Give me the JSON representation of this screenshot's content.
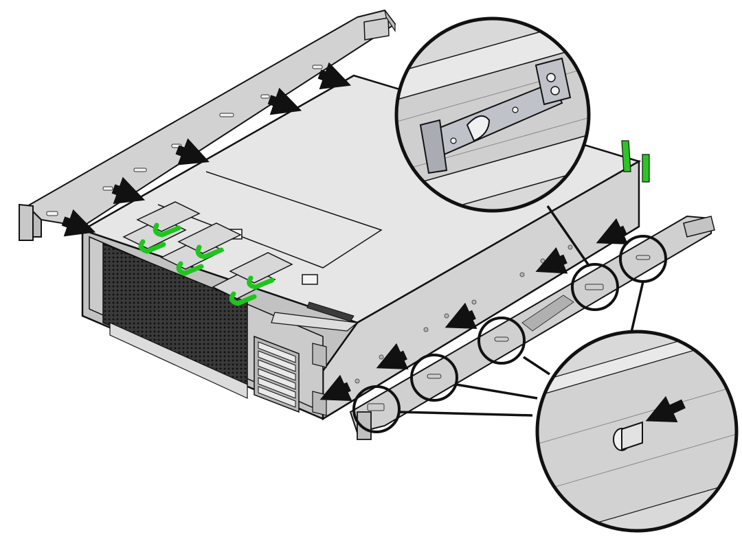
{
  "figure": {
    "colors": {
      "background": "#ffffff",
      "outline": "#111111",
      "chassis_top": "#e6e6e6",
      "chassis_side": "#cfcfcf",
      "chassis_front": "#bdbdbd",
      "grille": "#2b2b2b",
      "rail": "#c9c9c9",
      "handle_accent": "#22c21e",
      "arrow": "#111111",
      "callout_fill": "#d8d8d8"
    },
    "rail_arrows": 5,
    "chassis_arrows": 5,
    "callouts": [
      "rail-lock-detail",
      "mounting-pin-detail"
    ],
    "icons": [
      "arrow-icon",
      "mounting-pin-icon",
      "rail-lock-icon",
      "drive-handle-icon"
    ]
  }
}
